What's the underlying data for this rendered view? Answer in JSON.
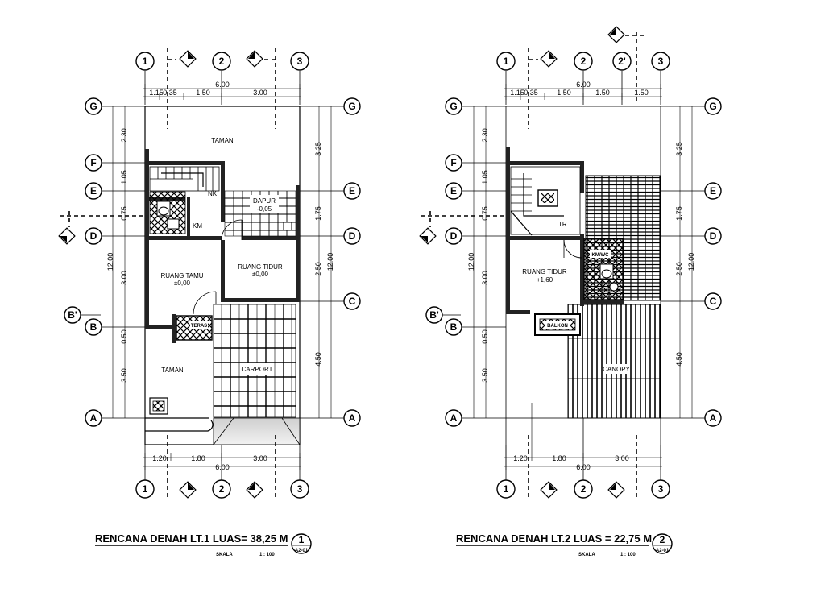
{
  "plans": [
    {
      "title": "RENCANA DENAH LT.1 LUAS= 38,25 M",
      "skala_label": "SKALA",
      "skala_value": "1 : 100",
      "sheet_number": "1",
      "sheet_ref": "A2-01",
      "grid_top": [
        "1",
        "2",
        "3"
      ],
      "grid_bottom": [
        "1",
        "2",
        "3"
      ],
      "grid_rows": [
        "G",
        "F",
        "E",
        "D",
        "C",
        "B",
        "B'",
        "A"
      ],
      "dims_top": [
        "6.00",
        "1.15",
        "0.35",
        "1.50",
        "3.00"
      ],
      "dims_bottom": [
        "1.20",
        "1.80",
        "3.00",
        "6.00"
      ],
      "dims_left": [
        "12.00",
        "2.30",
        "1.05",
        "0.75",
        "3.00",
        "0.50",
        "3.50"
      ],
      "dims_right": [
        "12.00",
        "3.25",
        "1.75",
        "2.50",
        "4.50"
      ],
      "rooms": {
        "taman_top": "TAMAN",
        "dapur": "DAPUR",
        "dapur_level": "-0,05",
        "ruang_tamu": "RUANG TAMU",
        "ruang_tamu_level": "±0,00",
        "ruang_tidur": "RUANG TIDUR",
        "ruang_tidur_level": "±0,00",
        "carport": "CARPORT",
        "taman_bottom": "TAMAN",
        "teras": "TERAS",
        "naik": "NK",
        "km": "KM"
      }
    },
    {
      "title": "RENCANA DENAH LT.2 LUAS = 22,75 M",
      "skala_label": "SKALA",
      "skala_value": "1 : 100",
      "sheet_number": "2",
      "sheet_ref": "A2-01",
      "grid_top": [
        "1",
        "2",
        "2'",
        "3"
      ],
      "grid_bottom": [
        "1",
        "2",
        "3"
      ],
      "grid_rows": [
        "G",
        "F",
        "E",
        "D",
        "C",
        "B",
        "B'",
        "A"
      ],
      "dims_top": [
        "6.00",
        "1.15",
        "0.35",
        "1.50",
        "1.50",
        "1.50"
      ],
      "dims_bottom": [
        "1.20",
        "1.80",
        "3.00",
        "6.00"
      ],
      "dims_left": [
        "12.00",
        "2.30",
        "1.05",
        "0.75",
        "3.00",
        "0.50",
        "3.50"
      ],
      "dims_right": [
        "12.00",
        "3.25",
        "1.75",
        "2.50",
        "4.50"
      ],
      "rooms": {
        "ruang_tidur": "RUANG TIDUR",
        "ruang_tidur_level": "+1,60",
        "km_wc": "KM/WC",
        "balkon": "BALKON",
        "canopy": "CANOPY",
        "tr": "TR"
      }
    }
  ]
}
